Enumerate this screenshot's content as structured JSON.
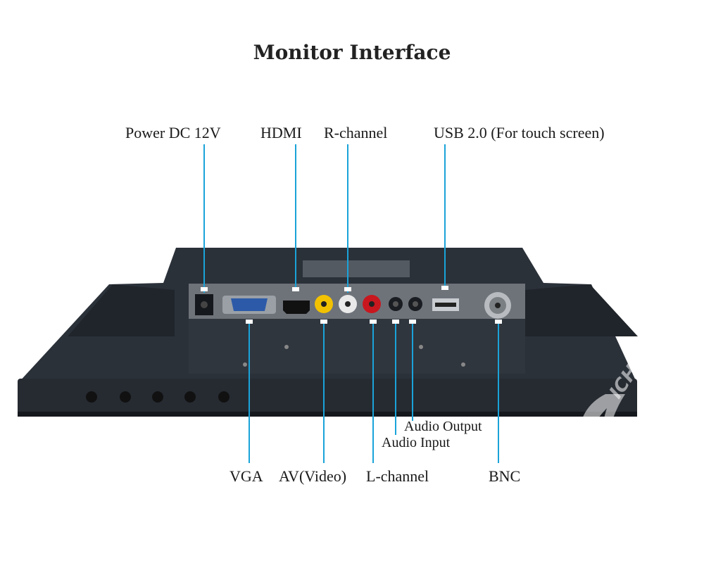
{
  "title": "Monitor Interface",
  "labels": {
    "power": "Power DC 12V",
    "hdmi": "HDMI",
    "r_channel": "R-channel",
    "usb": "USB 2.0 (For touch screen)",
    "vga": "VGA",
    "av_video": "AV(Video)",
    "l_channel": "L-channel",
    "audio_output": "Audio Output",
    "audio_input": "Audio Input",
    "bnc": "BNC"
  },
  "watermark": "ICHANK",
  "colors": {
    "leader": "#1aa3d9",
    "body": "#2b3139",
    "body_dark": "#1c2026",
    "panel": "#6e737a",
    "av_yellow": "#f2c200",
    "av_white": "#e9e9e9",
    "av_red": "#c8171e"
  }
}
